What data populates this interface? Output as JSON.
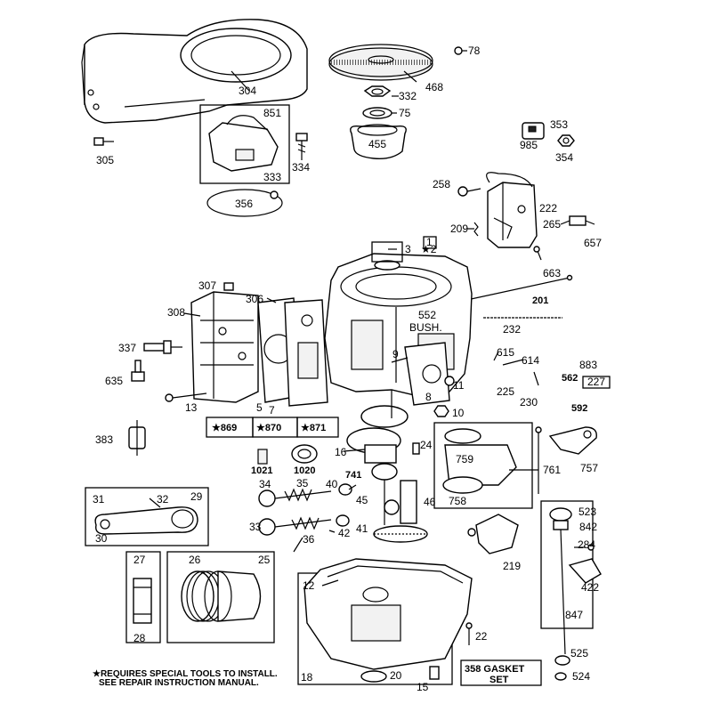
{
  "labels": {
    "p304": "304",
    "p851": "851",
    "p333": "333",
    "p334": "334",
    "p305": "305",
    "p356": "356",
    "p78": "78",
    "p468": "468",
    "p332": "332",
    "p75": "75",
    "p455": "455",
    "p353": "353",
    "p985": "985",
    "p354": "354",
    "p258": "258",
    "p222": "222",
    "p209": "209",
    "p265": "265",
    "p657": "657",
    "p663": "663",
    "p3": "3",
    "p2": "★2",
    "p1": "1",
    "p201": "201",
    "p232": "232",
    "p307": "307",
    "p306": "306",
    "p308": "308",
    "p337": "337",
    "p635": "635",
    "p13": "13",
    "p5": "5",
    "p7": "7",
    "p552": "552",
    "p_bush": "BUSH.",
    "p9": "9",
    "p8": "8",
    "p11": "11",
    "p10": "10",
    "p615": "615",
    "p614": "614",
    "p225": "225",
    "p230": "230",
    "p883": "883",
    "p562": "562",
    "p227": "227",
    "p592": "592",
    "p869": "★869",
    "p870": "★870",
    "p871": "★871",
    "p383": "383",
    "p1021": "1021",
    "p1020": "1020",
    "p16": "16",
    "p24": "24",
    "p741": "741",
    "p759": "759",
    "p761": "761",
    "p757": "757",
    "p758": "758",
    "p31": "31",
    "p32": "32",
    "p29": "29",
    "p30": "30",
    "p34": "34",
    "p35": "35",
    "p40": "40",
    "p45": "45",
    "p46": "46",
    "p33": "33",
    "p36": "36",
    "p42": "42",
    "p41": "41",
    "p219": "219",
    "p523": "523",
    "p842": "842",
    "p284": "284",
    "p422": "422",
    "p847": "847",
    "p525": "525",
    "p524": "524",
    "p27": "27",
    "p28": "28",
    "p26": "26",
    "p25": "25",
    "p12": "12",
    "p22": "22",
    "p18": "18",
    "p20": "20",
    "p15": "15",
    "gasket_line1": "358 GASKET",
    "gasket_line2": "SET"
  },
  "footnote": {
    "line1": "★REQUIRES SPECIAL TOOLS TO INSTALL.",
    "line2": "SEE REPAIR INSTRUCTION MANUAL."
  }
}
